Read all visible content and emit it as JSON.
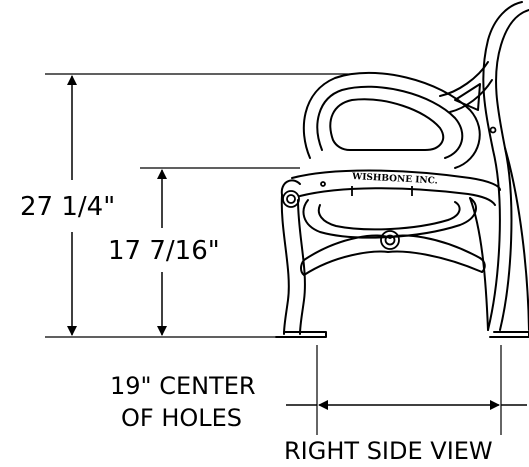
{
  "dimensions": {
    "overall_height": "27 1/4\"",
    "seat_height": "17 7/16\"",
    "hole_spacing_line1": "19\" CENTER",
    "hole_spacing_line2": "OF HOLES"
  },
  "view_title": "RIGHT SIDE VIEW",
  "casting_mark": "WISHBONE INC.",
  "colors": {
    "line": "#000000",
    "background": "#ffffff"
  }
}
